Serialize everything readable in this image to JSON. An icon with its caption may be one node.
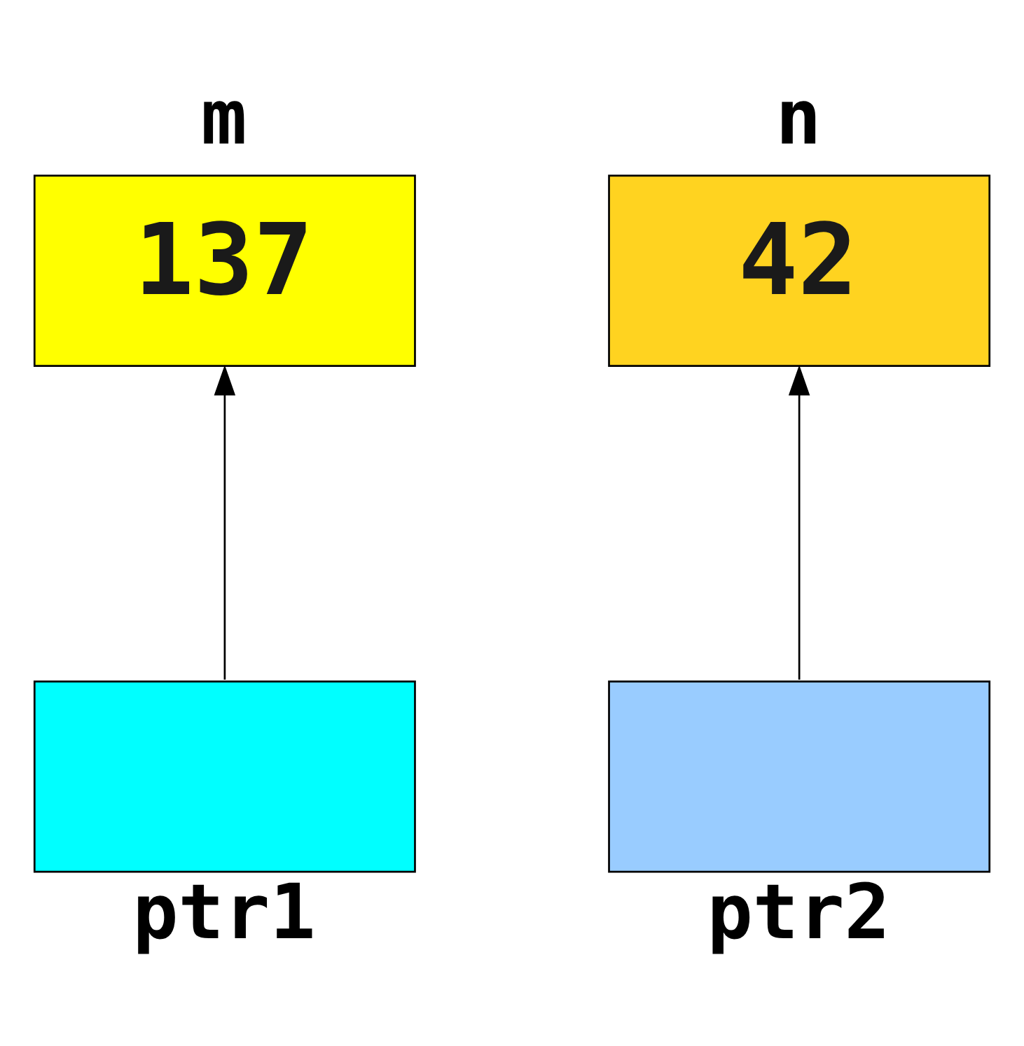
{
  "diagram": {
    "nodes": [
      {
        "text": [
          "m",
          "137"
        ]
      },
      {
        "text": [
          "n",
          "42"
        ]
      },
      {
        "text": [
          "ptr1"
        ]
      },
      {
        "text": [
          "ptr2"
        ]
      }
    ],
    "edges": [
      {
        "from": 2,
        "to": 0,
        "arrow": "to"
      },
      {
        "from": 3,
        "to": 1,
        "arrow": "to"
      }
    ]
  }
}
